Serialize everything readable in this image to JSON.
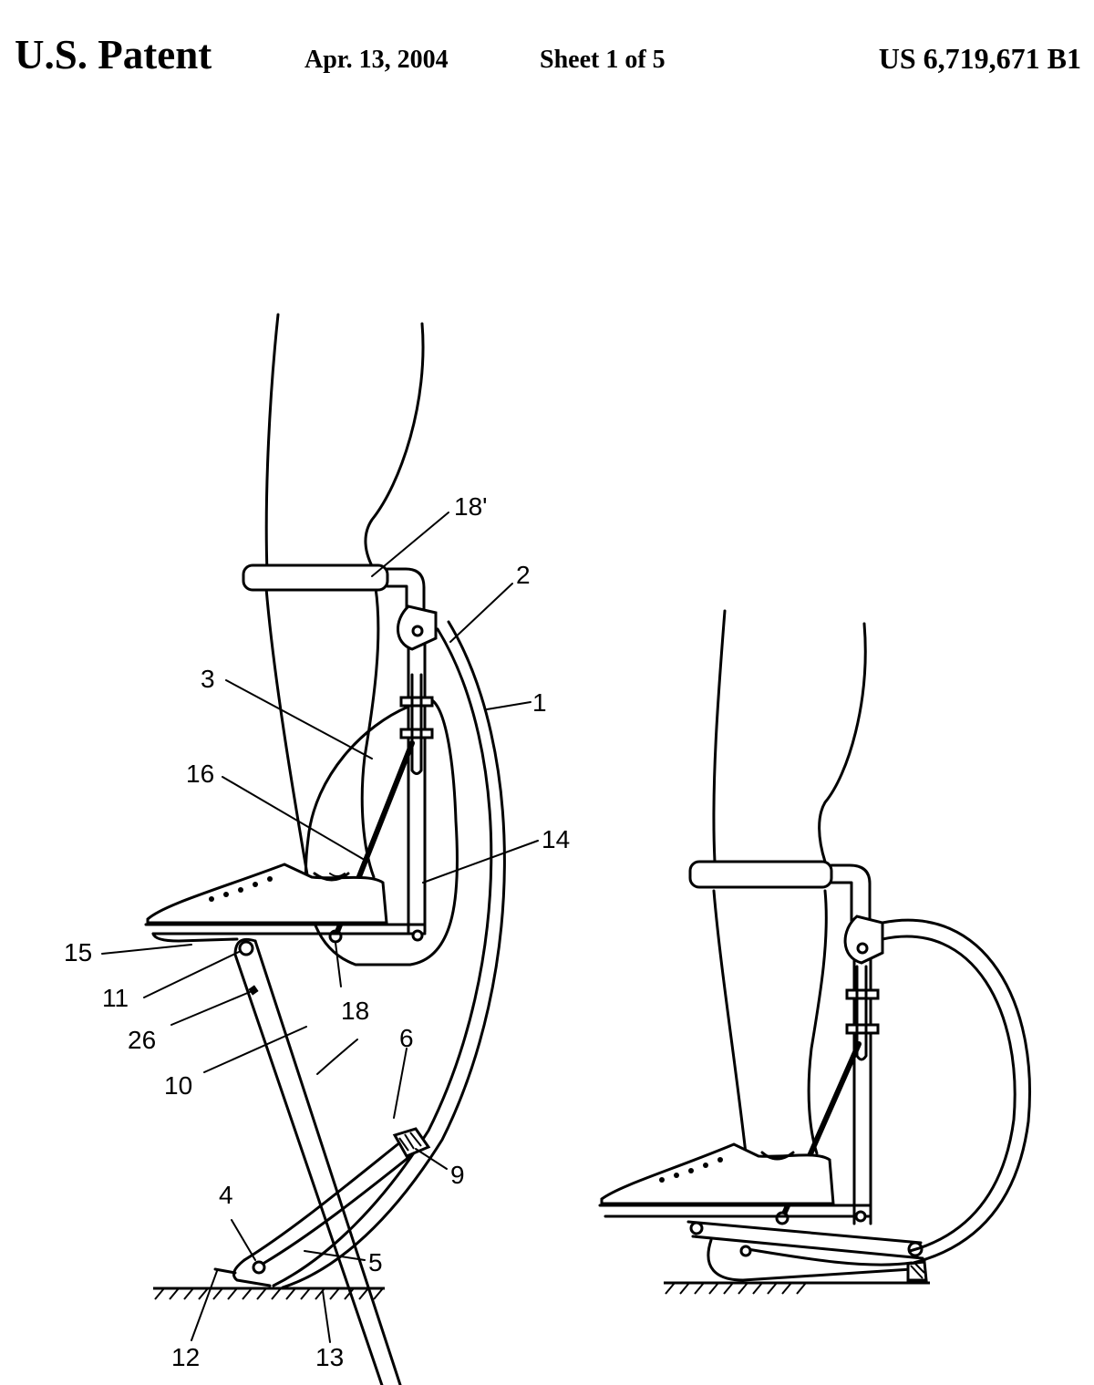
{
  "header": {
    "title": "U.S. Patent",
    "date": "Apr. 13, 2004",
    "sheet": "Sheet 1 of 5",
    "patent_number": "US 6,719,671 B1"
  },
  "figure": {
    "labels": {
      "l18p": "18'",
      "l2": "2",
      "l3": "3",
      "l1": "1",
      "l16": "16",
      "l14": "14",
      "l15": "15",
      "l11": "11",
      "l18": "18",
      "l26": "26",
      "l6": "6",
      "l10": "10",
      "l9": "9",
      "l4": "4",
      "l5": "5",
      "l12": "12",
      "l13": "13"
    }
  }
}
